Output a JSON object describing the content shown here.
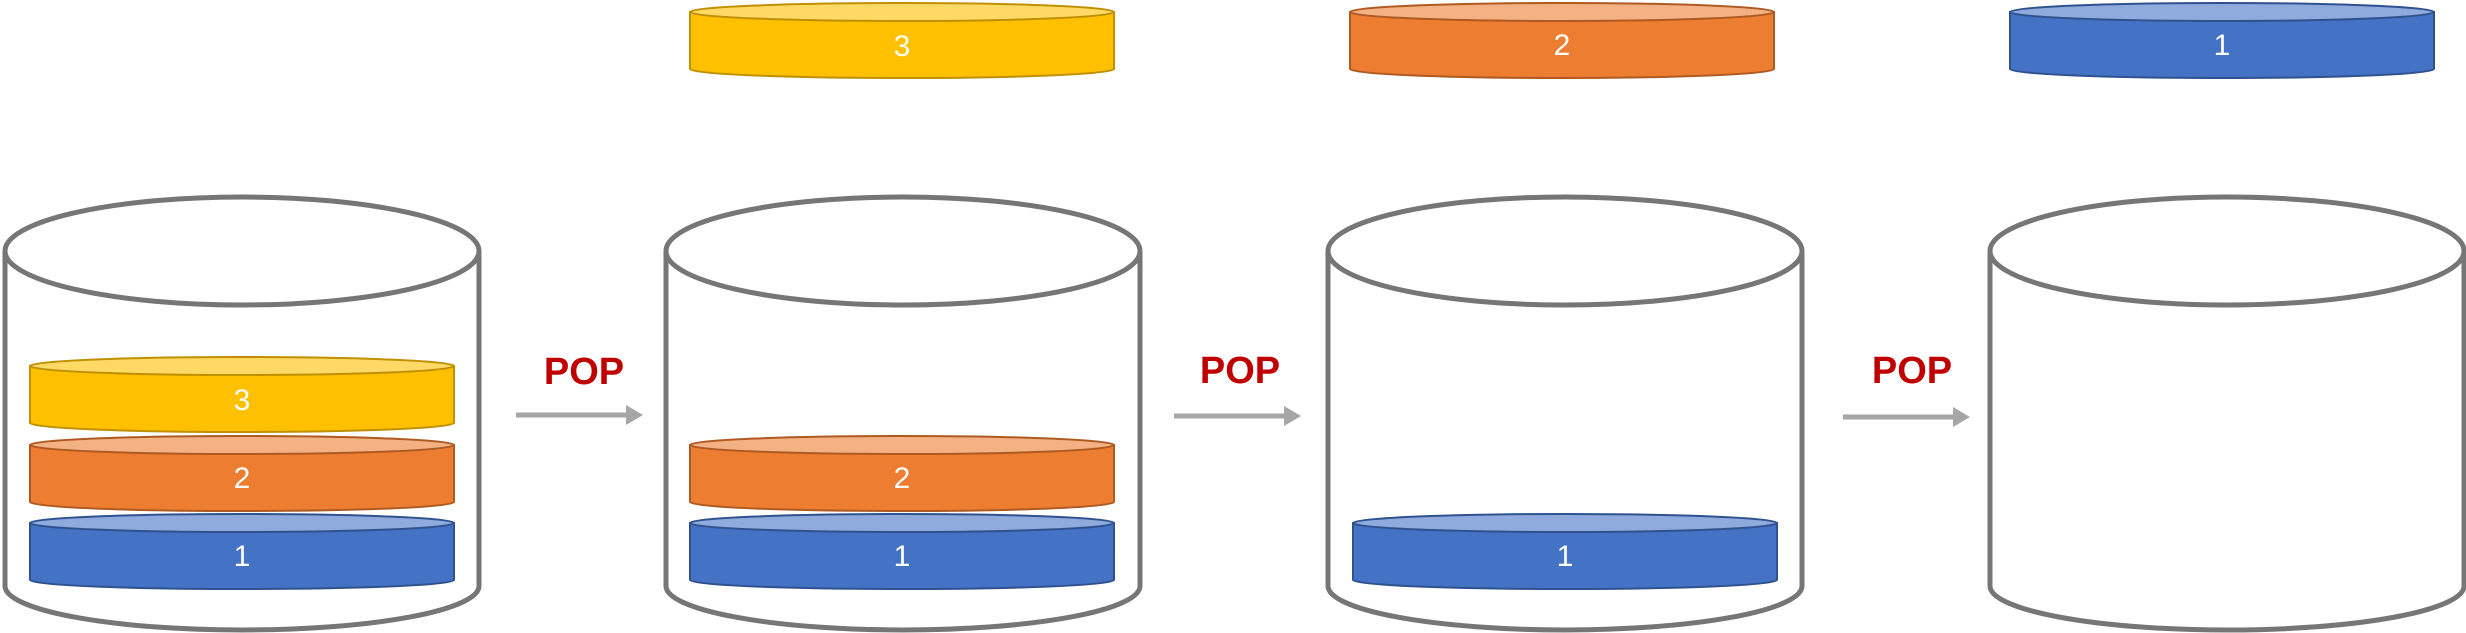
{
  "colors": {
    "container_stroke": "#767676",
    "arrow": "#a6a6a6",
    "op_text": "#c00000",
    "disk_yellow": "#ffc000",
    "disk_yellow_top": "#ffd966",
    "disk_yellow_edge": "#bf9000",
    "disk_orange": "#ed7d31",
    "disk_orange_top": "#f4b183",
    "disk_orange_edge": "#ae5a21",
    "disk_blue": "#4472c4",
    "disk_blue_top": "#8faadc",
    "disk_blue_edge": "#2f528f"
  },
  "operations": [
    "POP",
    "POP",
    "POP"
  ],
  "stacks": [
    {
      "items": [
        "1",
        "2",
        "3"
      ],
      "popped": null
    },
    {
      "items": [
        "1",
        "2"
      ],
      "popped": "3"
    },
    {
      "items": [
        "1"
      ],
      "popped": "2"
    },
    {
      "items": [],
      "popped": "1"
    }
  ]
}
